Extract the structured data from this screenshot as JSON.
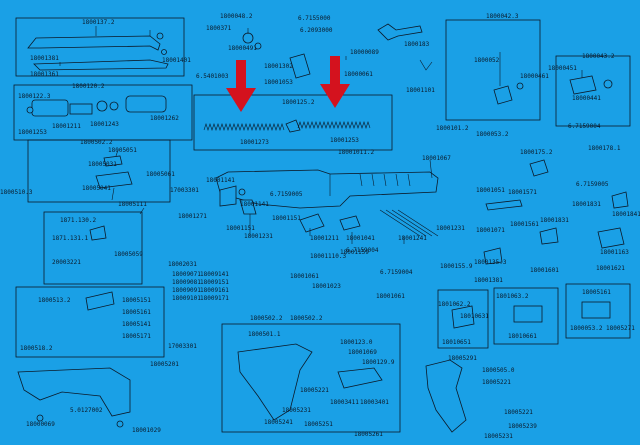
{
  "colors": {
    "background": "#1aa0e6",
    "ink": "#0b1a2a",
    "arrow": "#d4121e"
  },
  "labels": {
    "l01": "1800137.2",
    "l02": "18001381",
    "l03": "18001361",
    "l04": "18001401",
    "l05": "1800048.2",
    "l06": "1800371",
    "l07": "18000491",
    "l08": "6.7155000",
    "l09": "6.2093000",
    "l10": "18000089",
    "l11": "18001302",
    "l12": "6.5401003",
    "l13": "18001053",
    "l14": "18000061",
    "l15": "1800183",
    "l16": "1800120.2",
    "l17": "1800122.3",
    "l18": "18001211",
    "l19": "18001243",
    "l20": "18001253",
    "l21": "18001262",
    "l22": "18001273",
    "l23": "1800125.2",
    "l24": "18001253",
    "l25": "18001011.2",
    "l26": "18001067",
    "l27": "1800502.2",
    "l28": "18005051",
    "l29": "18005031",
    "l30": "18005041",
    "l31": "18005061",
    "l32": "17003301",
    "l33": "1800510.3",
    "l34": "18005111",
    "l35": "1871.130.2",
    "l36": "1871.131.1",
    "l37": "20003221",
    "l38": "18005059",
    "l39": "1800513.2",
    "l40": "18005151",
    "l41": "18005161",
    "l42": "18005141",
    "l43": "18005171",
    "l44": "1800518.2",
    "l45": "18000069",
    "l46": "5.0127002",
    "l47": "18001029",
    "l48": "18005201",
    "l49": "17003301",
    "l50": "18001271",
    "l51": "18001141",
    "l52": "18001151",
    "l53": "18001231",
    "l54": "18001141",
    "l55": "18001151",
    "l56": "6.7159005",
    "l57": "18001211",
    "l58": "6.7159004",
    "l59": "18001241",
    "l60": "18001231",
    "l61": "18001110.3",
    "l62": "18001061",
    "l63": "6.7159004",
    "l64": "1800155.9",
    "l65": "18001051",
    "l66": "18001071",
    "l67": "1800135.3",
    "l68": "18001381",
    "l69": "18001561",
    "l70": "18001831",
    "l71": "18001571",
    "l72": "1800175.2",
    "l73": "1800178.1",
    "l74": "6.7159005",
    "l75": "18001831",
    "l76": "18001841",
    "l77": "18001163",
    "l78": "18001621",
    "l79": "18001601",
    "l80": "1800043.2",
    "l81": "18000451",
    "l82": "18000461",
    "l83": "18000441",
    "l84": "6.7159004",
    "l85": "1800042.3",
    "l86": "1800052",
    "l87": "1800053.2",
    "l88": "1800101.2",
    "l89": "18001101",
    "l90": "18001159",
    "l91": "18001023",
    "l92": "18001061",
    "l93": "1800502.2",
    "l94": "1800502.2",
    "l95": "18003411",
    "l96": "18005221",
    "l97": "18005231",
    "l98": "18003401",
    "l99": "1800123.0",
    "l100": "18001069",
    "l101": "1800129.9",
    "l102": "1801062.2",
    "l103": "18010631",
    "l104": "18010651",
    "l105": "1801063.2",
    "l106": "18010661",
    "l107": "18005221",
    "l108": "18005239",
    "l109": "18005161",
    "l110": "1800505.0",
    "l111": "18005221",
    "l112": "18005231",
    "l113": "1800053.2",
    "l114": "18005271",
    "l115": "18005291",
    "l116": "18002031",
    "l117": "18001041",
    "l118": "18009071",
    "l119": "18009081",
    "l120": "18009091",
    "l121": "18009101",
    "l122": "18009141",
    "l123": "18009151",
    "l124": "18009161",
    "l125": "18009171",
    "l126": "1800501.1",
    "l127": "18005241",
    "l128": "18005251",
    "l129": "18005261"
  }
}
